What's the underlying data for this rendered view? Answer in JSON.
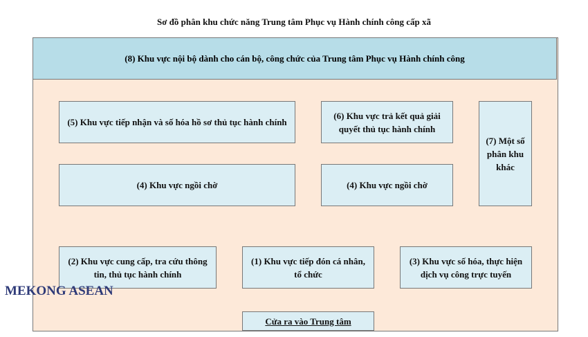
{
  "title": "Sơ đồ phân khu chức năng Trung tâm Phục vụ Hành chính công cấp xã",
  "zones": {
    "z8": "(8) Khu vực nội bộ dành cho cán bộ, công chức của Trung tâm Phục vụ Hành chính công",
    "z5": "(5) Khu vực tiếp nhận và số hóa hồ sơ thủ tục hành chính",
    "z6": "(6) Khu vực trả kết quả giải quyết thủ tục hành chính",
    "z7": "(7) Một số phân khu khác",
    "z4a": "(4) Khu vực ngồi chờ",
    "z4b": "(4) Khu vực ngồi chờ",
    "z2": "(2) Khu vực cung cấp, tra cứu thông tin, thủ tục hành chính",
    "z1": "(1) Khu vực tiếp đón cá nhân, tổ chức",
    "z3": "(3) Khu vực số hóa, thực hiện dịch vụ công trực tuyến",
    "door": "Cửa ra vào Trung tâm"
  },
  "logo": "MEKONG ASEAN",
  "colors": {
    "band": "#b7dde8",
    "floor": "#fde9d9",
    "box": "#dbeef4"
  }
}
